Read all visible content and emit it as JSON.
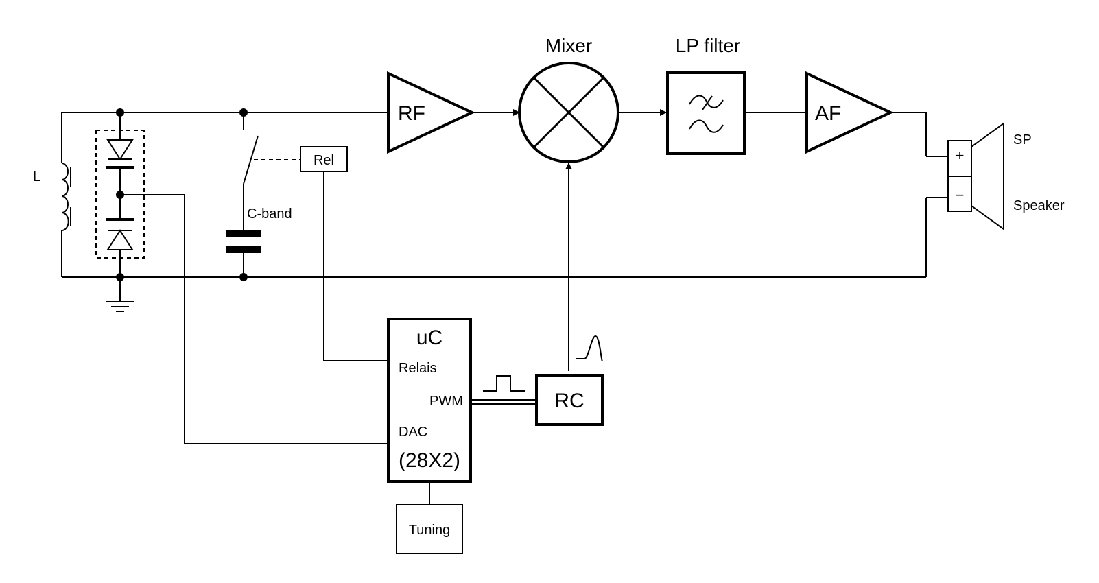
{
  "blocks": {
    "rf": "RF",
    "mixer": "Mixer",
    "lp_filter": "LP filter",
    "af": "AF",
    "rc": "RC",
    "uc": "uC",
    "uc_model": "(28X2)",
    "tuning": "Tuning",
    "rel": "Rel"
  },
  "pins": {
    "relais": "Relais",
    "pwm": "PWM",
    "dac": "DAC",
    "plus": "+",
    "minus": "−"
  },
  "labels": {
    "inductor": "L",
    "capacitor": "C-band",
    "sp": "SP",
    "speaker": "Speaker"
  }
}
